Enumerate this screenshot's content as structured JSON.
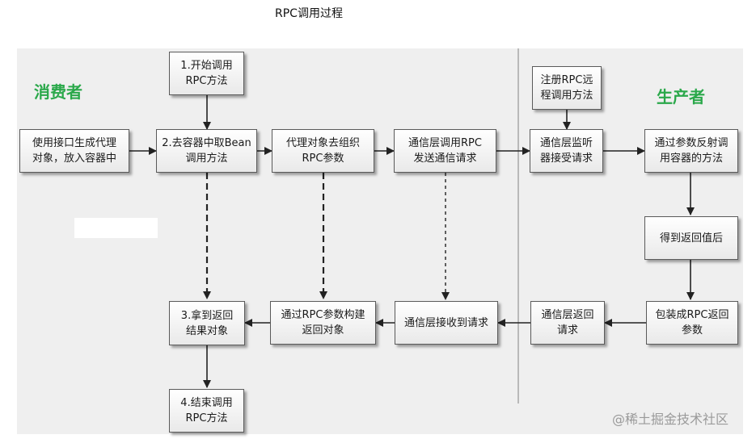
{
  "title": "RPC调用过程",
  "roles": {
    "consumer": "消费者",
    "producer": "生产者"
  },
  "boxes": {
    "start": "1.开始调用\nRPC方法",
    "proxy_gen": "使用接口生成代理\n对象，放入容器中",
    "get_bean": "2.去容器中取Bean\n调用方法",
    "proxy_org": "代理对象去组织\nRPC参数",
    "comm_send": "通信层调用RPC\n发送通信请求",
    "register": "注册RPC远\n程调用方法",
    "listen": "通信层监听\n器接受请求",
    "reflect": "通过参数反射调\n用容器的方法",
    "get_ret": "得到返回值后",
    "pack": "包装成RPC返回\n参数",
    "comm_ret": "通信层返回\n请求",
    "comm_recv": "通信层接收到请求",
    "build_ret": "通过RPC参数构建\n返回对象",
    "get_result": "3.拿到返回\n结果对象",
    "end": "4.结束调用\nRPC方法"
  },
  "watermark": "@稀土掘金技术社区"
}
